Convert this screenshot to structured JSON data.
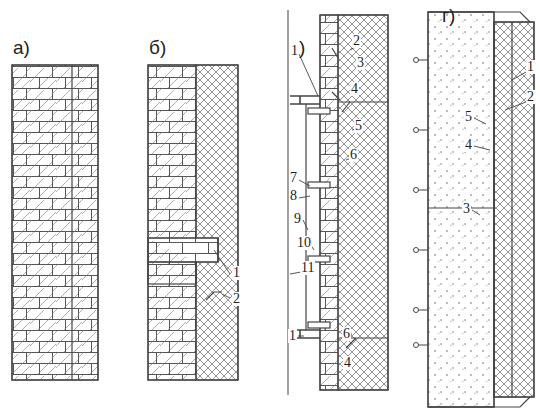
{
  "diagram": {
    "labels": [
      "а)",
      "б)",
      "в)",
      "г)",
      "1",
      "2",
      "2",
      "1",
      "3",
      "4",
      "5",
      "6",
      "7",
      "8",
      "9",
      "10",
      "11",
      "6",
      "1",
      "4",
      "1",
      "2",
      "5",
      "4",
      "3"
    ]
  }
}
